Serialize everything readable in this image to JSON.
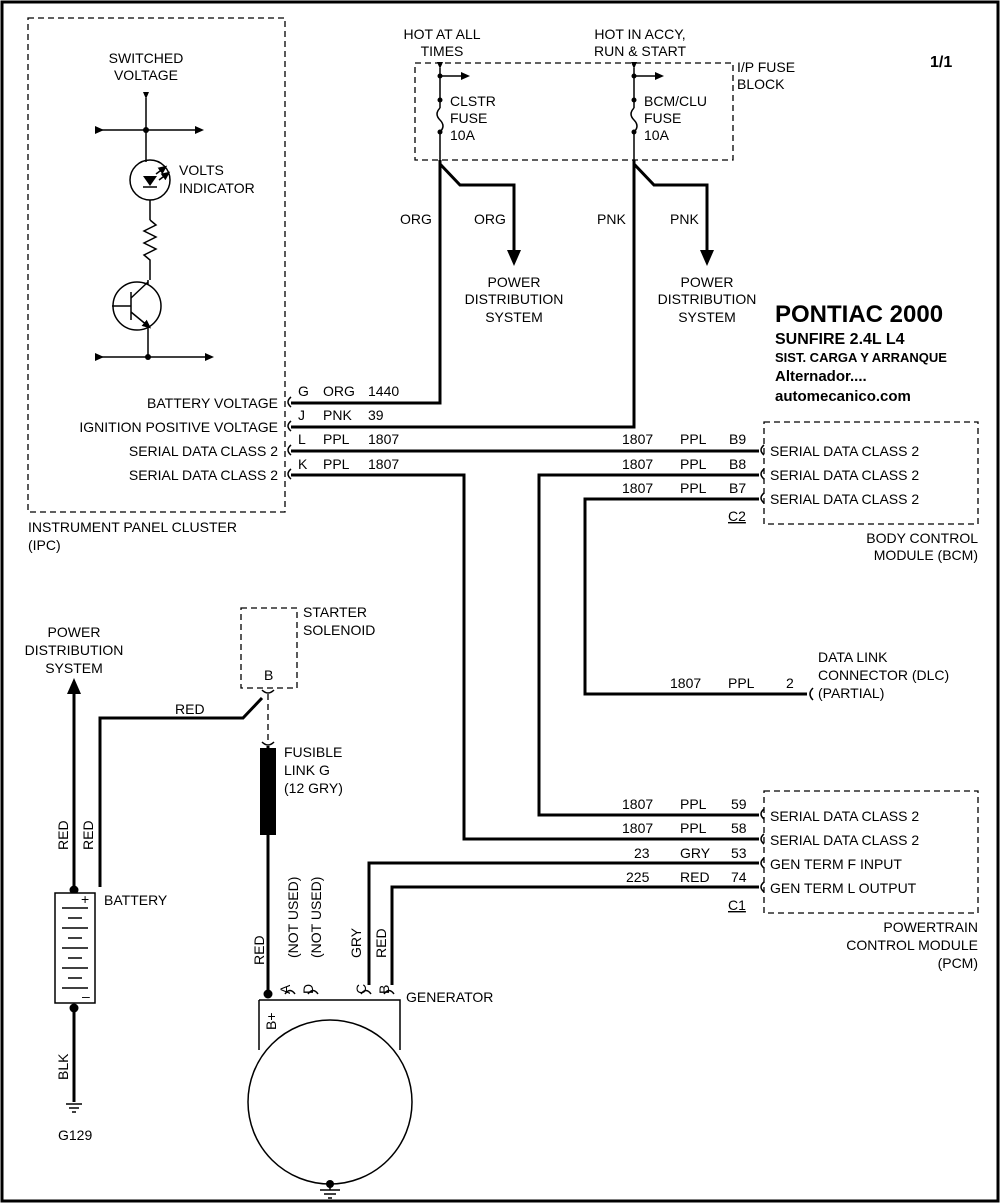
{
  "page_number": "1/1",
  "title": {
    "make_year": "PONTIAC 2000",
    "model": "SUNFIRE  2.4L  L4",
    "system": "SIST. CARGA Y ARRANQUE",
    "component": "Alternador....",
    "site": "automecanico.com"
  },
  "fuse_supply": {
    "hot_all_l1": "HOT AT ALL",
    "hot_all_l2": "TIMES",
    "hot_accy_l1": "HOT IN ACCY,",
    "hot_accy_l2": "RUN & START",
    "block_l1": "I/P FUSE",
    "block_l2": "BLOCK",
    "fuse1_l1": "CLSTR",
    "fuse1_l2": "FUSE",
    "fuse1_l3": "10A",
    "fuse2_l1": "BCM/CLU",
    "fuse2_l2": "FUSE",
    "fuse2_l3": "10A",
    "org": "ORG",
    "pnk": "PNK",
    "pds_l1": "POWER",
    "pds_l2": "DISTRIBUTION",
    "pds_l3": "SYSTEM"
  },
  "ipc": {
    "switched_l1": "SWITCHED",
    "switched_l2": "VOLTAGE",
    "volts_l1": "VOLTS",
    "volts_l2": "INDICATOR",
    "name_l1": "INSTRUMENT PANEL CLUSTER",
    "name_l2": "(IPC)",
    "pins": [
      {
        "label": "BATTERY VOLTAGE",
        "pin": "G",
        "color": "ORG",
        "circuit": "1440"
      },
      {
        "label": "IGNITION POSITIVE VOLTAGE",
        "pin": "J",
        "color": "PNK",
        "circuit": "39"
      },
      {
        "label": "SERIAL DATA CLASS 2",
        "pin": "L",
        "color": "PPL",
        "circuit": "1807"
      },
      {
        "label": "SERIAL DATA CLASS 2",
        "pin": "K",
        "color": "PPL",
        "circuit": "1807"
      }
    ]
  },
  "bcm": {
    "name_l1": "BODY CONTROL",
    "name_l2": "MODULE (BCM)",
    "connector": "C2",
    "pins": [
      {
        "label": "SERIAL DATA CLASS 2",
        "pin": "B9",
        "color": "PPL",
        "circuit": "1807"
      },
      {
        "label": "SERIAL DATA CLASS 2",
        "pin": "B8",
        "color": "PPL",
        "circuit": "1807"
      },
      {
        "label": "SERIAL DATA CLASS 2",
        "pin": "B7",
        "color": "PPL",
        "circuit": "1807"
      }
    ]
  },
  "dlc": {
    "name_l1": "DATA LINK",
    "name_l2": "CONNECTOR (DLC)",
    "name_l3": "(PARTIAL)",
    "pin": "2",
    "color": "PPL",
    "circuit": "1807"
  },
  "pcm": {
    "name_l1": "POWERTRAIN",
    "name_l2": "CONTROL MODULE",
    "name_l3": "(PCM)",
    "connector": "C1",
    "pins": [
      {
        "label": "SERIAL DATA CLASS 2",
        "pin": "59",
        "color": "PPL",
        "circuit": "1807"
      },
      {
        "label": "SERIAL DATA CLASS 2",
        "pin": "58",
        "color": "PPL",
        "circuit": "1807"
      },
      {
        "label": "GEN TERM F INPUT",
        "pin": "53",
        "color": "GRY",
        "circuit": "23"
      },
      {
        "label": "GEN TERM L OUTPUT",
        "pin": "74",
        "color": "RED",
        "circuit": "225"
      }
    ]
  },
  "starter": {
    "name_l1": "STARTER",
    "name_l2": "SOLENOID",
    "pin": "B",
    "wire": "RED"
  },
  "fusible": {
    "name_l1": "FUSIBLE",
    "name_l2": "LINK G",
    "name_l3": "(12 GRY)"
  },
  "battery": {
    "name": "BATTERY",
    "plus": "+",
    "minus": "–",
    "red1": "RED",
    "red2": "RED",
    "blk": "BLK",
    "ground": "G129",
    "pds_l1": "POWER",
    "pds_l2": "DISTRIBUTION",
    "pds_l3": "SYSTEM"
  },
  "generator": {
    "name": "GENERATOR",
    "bplus": "B+",
    "red": "RED",
    "pin_a": "A",
    "pin_d": "D",
    "pin_c": "C",
    "pin_b": "B",
    "not_used_1": "(NOT USED)",
    "not_used_2": "(NOT USED)",
    "gry": "GRY",
    "red2": "RED"
  }
}
